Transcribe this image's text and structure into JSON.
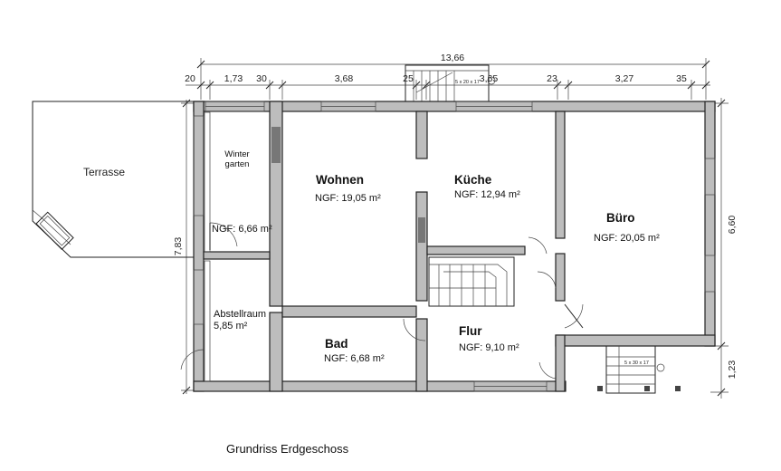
{
  "dimensions": {
    "total_width": "13,66",
    "top_segments": [
      "20",
      "1,73",
      "30",
      "3,68",
      "25",
      "3,65",
      "23",
      "3,27",
      "35"
    ],
    "right_height": "6,60",
    "right_stairs": "1,23",
    "left_height": "7,83"
  },
  "stairs": {
    "top": "5 x 20 x 17",
    "bottom": "5 x 30 x 17"
  },
  "rooms": {
    "terrasse": {
      "name": "Terrasse"
    },
    "wintergarten": {
      "name_line1": "Winter",
      "name_line2": "garten",
      "area": "NGF: 6,66 m²"
    },
    "wohnen": {
      "name": "Wohnen",
      "area": "NGF: 19,05 m²"
    },
    "kueche": {
      "name": "Küche",
      "area": "NGF: 12,94 m²"
    },
    "buero": {
      "name": "Büro",
      "area": "NGF: 20,05 m²"
    },
    "abstellraum": {
      "name": "Abstellraum",
      "area": "5,85 m²"
    },
    "bad": {
      "name": "Bad",
      "area": "NGF: 6,68 m²"
    },
    "flur": {
      "name": "Flur",
      "area": "NGF: 9,10 m²"
    }
  },
  "caption": "Grundriss Erdgeschoss"
}
